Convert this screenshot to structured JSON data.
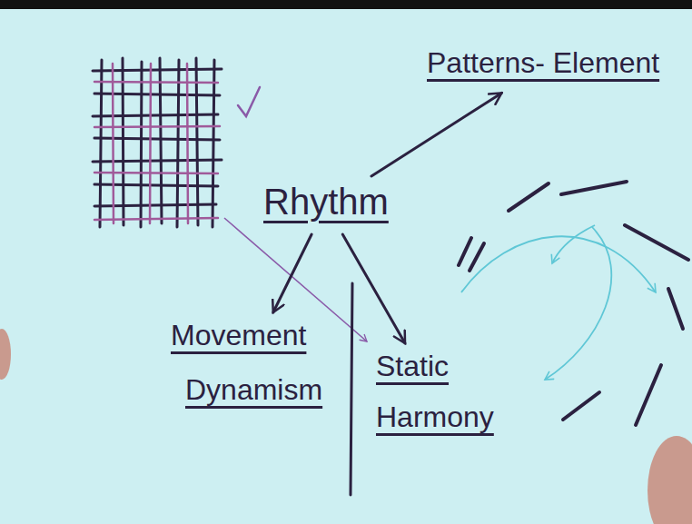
{
  "diagram": {
    "nodes": [
      {
        "text": [
          "Patterns- Element"
        ]
      },
      {
        "text": [
          "Rhythm"
        ]
      },
      {
        "text": [
          "Movement",
          "Dynamism"
        ]
      },
      {
        "text": [
          "Static",
          "Harmony"
        ]
      }
    ],
    "edges": [
      {
        "from": 1,
        "to": 0,
        "arrow": "to"
      },
      {
        "from": 1,
        "to": 2,
        "arrow": "to"
      },
      {
        "from": 1,
        "to": 3,
        "arrow": "to"
      }
    ]
  }
}
